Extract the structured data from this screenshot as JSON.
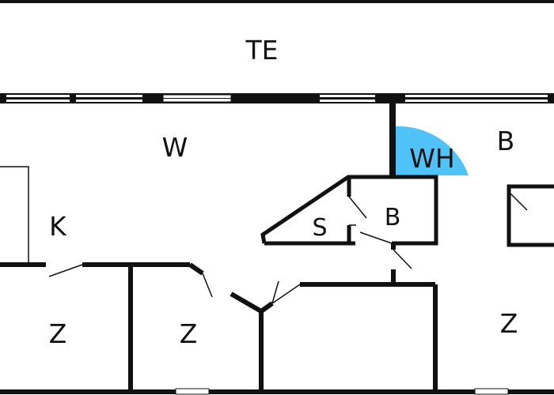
{
  "floor_plan": {
    "rooms": [
      {
        "id": "terrace",
        "label": "TE"
      },
      {
        "id": "living",
        "label": "W"
      },
      {
        "id": "bathroom-east",
        "label": "B"
      },
      {
        "id": "boiler",
        "label": "WH"
      },
      {
        "id": "kitchen",
        "label": "K"
      },
      {
        "id": "storage",
        "label": "S"
      },
      {
        "id": "bathroom-center",
        "label": "B"
      },
      {
        "id": "bedroom-1",
        "label": "Z"
      },
      {
        "id": "bedroom-2",
        "label": "Z"
      },
      {
        "id": "bedroom-3",
        "label": "Z"
      }
    ]
  },
  "colors": {
    "wall": "#111111",
    "background": "#ffffff",
    "door_swing_highlight": "#4fc3f7"
  }
}
